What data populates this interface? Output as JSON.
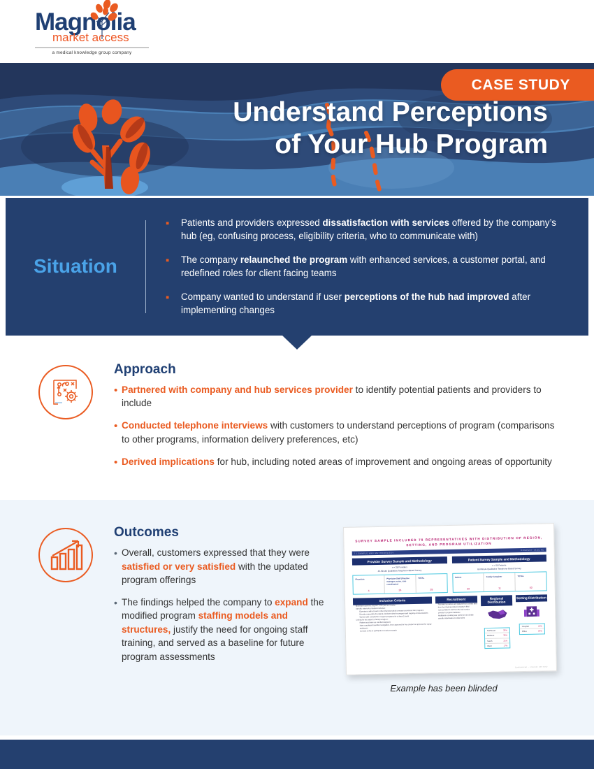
{
  "brand": {
    "logo_word": "Magnolia",
    "logo_sub": "market access",
    "logo_tagline": "a medical knowledge group company",
    "navy": "#24406f",
    "orange": "#ea5b21",
    "light_blue": "#4aa3e8",
    "pale_blue_bg": "#eff5fb"
  },
  "hero": {
    "badge": "CASE STUDY",
    "title_line1": "Understand Perceptions",
    "title_line2": "of Your Hub Program"
  },
  "situation": {
    "label": "Situation",
    "bullet_glyph": "▪",
    "items": [
      {
        "pre": "Patients and providers expressed ",
        "bold": "dissatisfaction with services",
        "post": " offered by the company’s hub (eg, confusing process, eligibility criteria, who to communicate with)"
      },
      {
        "pre": "The company ",
        "bold": "relaunched the program",
        "post": " with enhanced services, a customer portal, and redefined roles for client facing teams"
      },
      {
        "pre": "Company wanted to understand if user ",
        "bold": "perceptions of the hub had improved",
        "post": " after implementing changes"
      }
    ]
  },
  "approach": {
    "title": "Approach",
    "icon": "strategy-board-gear-icon",
    "bullet_glyph": "•",
    "items": [
      {
        "bold": "Partnered with company and hub services provider",
        "post": " to identify potential patients and providers to include"
      },
      {
        "bold": "Conducted telephone interviews",
        "post": " with customers to understand perceptions of program (comparisons to other programs, information delivery preferences, etc)"
      },
      {
        "bold": "Derived implications",
        "post": " for hub, including noted areas of improvement and ongoing areas of opportunity"
      }
    ]
  },
  "outcomes": {
    "title": "Outcomes",
    "icon": "bar-chart-growth-icon",
    "bullet_glyph": "•",
    "items": [
      {
        "pre": "Overall, customers expressed that they were ",
        "bold": "satisfied or very satisfied",
        "post": " with the updated program offerings"
      },
      {
        "pre": "The findings helped the company to ",
        "bold": "expand",
        "mid": " the modified program ",
        "bold2": "staffing models and structures,",
        "post": " justify the need for ongoing staff training, and served as a baseline for future program assessments"
      }
    ],
    "caption": "Example has been blinded"
  },
  "slide": {
    "title": "SURVEY SAMPLE INCLUDED 78 REPRESENTATIVES WITH DISTRIBUTION OF REGION, SETTING, AND PROGRAM UTILIZATION",
    "ribbon_left": "7 | SAMPLE AND METHODOLOGY",
    "ribbon_right": "COMPANY TAGLINE",
    "provider": {
      "header": "Provider Survey Sample and Methodology",
      "n_line": "n = 28 Providers",
      "method_line": "45-Minute Qualitative Telephone-Based Survey",
      "columns": [
        "Physician",
        "Physician Staff (Practice manager, nurse, care coordinator)",
        "TOTAL"
      ],
      "values": [
        "4",
        "24",
        "28"
      ]
    },
    "patient": {
      "header": "Patient Survey Sample and Methodology",
      "n_line": "n = 50 Patients",
      "method_line": "60-Minute Qualitative Telephone-Based Survey",
      "columns": [
        "Patient",
        "Family Caregiver",
        "TOTAL"
      ],
      "values": [
        "39",
        "11",
        "50"
      ]
    },
    "inclusion": {
      "header": "Inclusion Criteria",
      "items": [
        "Must have used the program in the past 12 months",
        "Specific criteria for providers included:",
        "Experience with at least 2 other pharmaceutical company sponsored hub programs",
        "Directly responsible for patient enrollment into the program and ongoing communications",
        "Worked with manufacturer support programs for at least 2 years",
        "Criteria for the patient or family caregiver:",
        "Patient must have an enrolled diagnosis",
        "Have completed benefits investigation, been approved for free product or approved for copay assistance",
        "Consent on file to participate in market research"
      ]
    },
    "recruitment": {
      "header": "Recruitment",
      "items": [
        "Recruited providers and patients from contact sites from the pharmaceutical company's field representatives and from the hub service provider's program database",
        "Additional recruiting was performed to identify specific individuals at contact sites"
      ]
    },
    "regional": {
      "header": "Regional Distribution",
      "icon": "us-map-icon",
      "rows": [
        {
          "name": "Northeast",
          "value": "28%"
        },
        {
          "name": "Midwest",
          "value": "36%"
        },
        {
          "name": "South",
          "value": "21%"
        },
        {
          "name": "West",
          "value": "17%"
        }
      ]
    },
    "setting": {
      "header": "Setting Distribution",
      "icon": "hospital-building-icon",
      "rows": [
        {
          "name": "Hospital",
          "value": "16%"
        },
        {
          "name": "Office",
          "value": "84%"
        }
      ]
    },
    "footnote": "Confidential – Internal Use Only"
  }
}
